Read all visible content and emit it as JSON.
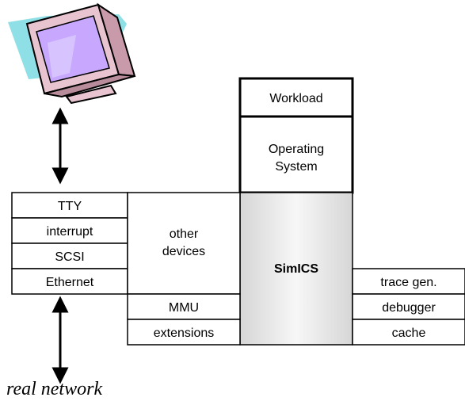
{
  "labels": {
    "workload": "Workload",
    "operating_system_line1": "Operating",
    "operating_system_line2": "System",
    "simics": "SimICS",
    "other_devices_line1": "other",
    "other_devices_line2": "devices",
    "real_network": "real network"
  },
  "device_list": [
    "TTY",
    "interrupt",
    "SCSI",
    "Ethernet"
  ],
  "lower_left_list": [
    "MMU",
    "extensions"
  ],
  "right_list": [
    "trace gen.",
    "debugger",
    "cache"
  ],
  "colors": {
    "simics_gradient_top": "#dcdcdc",
    "simics_gradient_mid": "#f5f5f5",
    "monitor_body": "#e8c4d0",
    "monitor_screen": "#c8a8ff",
    "monitor_backdrop": "#8fe0e6"
  },
  "icons": {
    "computer": "monitor-icon"
  }
}
